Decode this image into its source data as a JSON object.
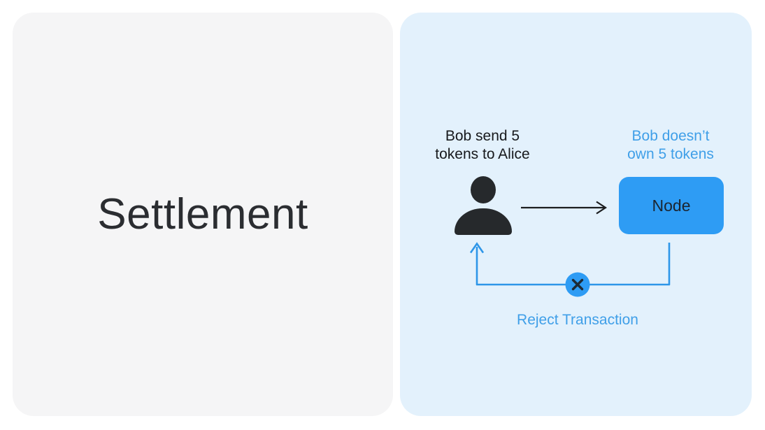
{
  "left_panel": {
    "title": "Settlement"
  },
  "right_panel": {
    "bob_label": "Bob send 5\ntokens to Alice",
    "warning_label": "Bob doesn’t\nown 5 tokens",
    "node_label": "Node",
    "reject_label": "Reject Transaction"
  },
  "icons": {
    "person": "person-icon",
    "arrow_right": "arrow-right-icon",
    "arrow_up": "arrow-up-icon",
    "reject_cross": "x-mark-icon"
  },
  "colors": {
    "page_bg": "#FFFFFF",
    "left_panel_bg": "#F5F5F6",
    "right_panel_bg": "#E3F1FC",
    "title_text": "#2B2D31",
    "dark_text": "#17191C",
    "blue_text": "#3F9FE8",
    "accent_blue_fill": "#2E9CF4",
    "blue_line": "#2E96E8",
    "black_line": "#1B1D1F",
    "person_fill": "#26292C",
    "node_text": "#1B2530"
  }
}
